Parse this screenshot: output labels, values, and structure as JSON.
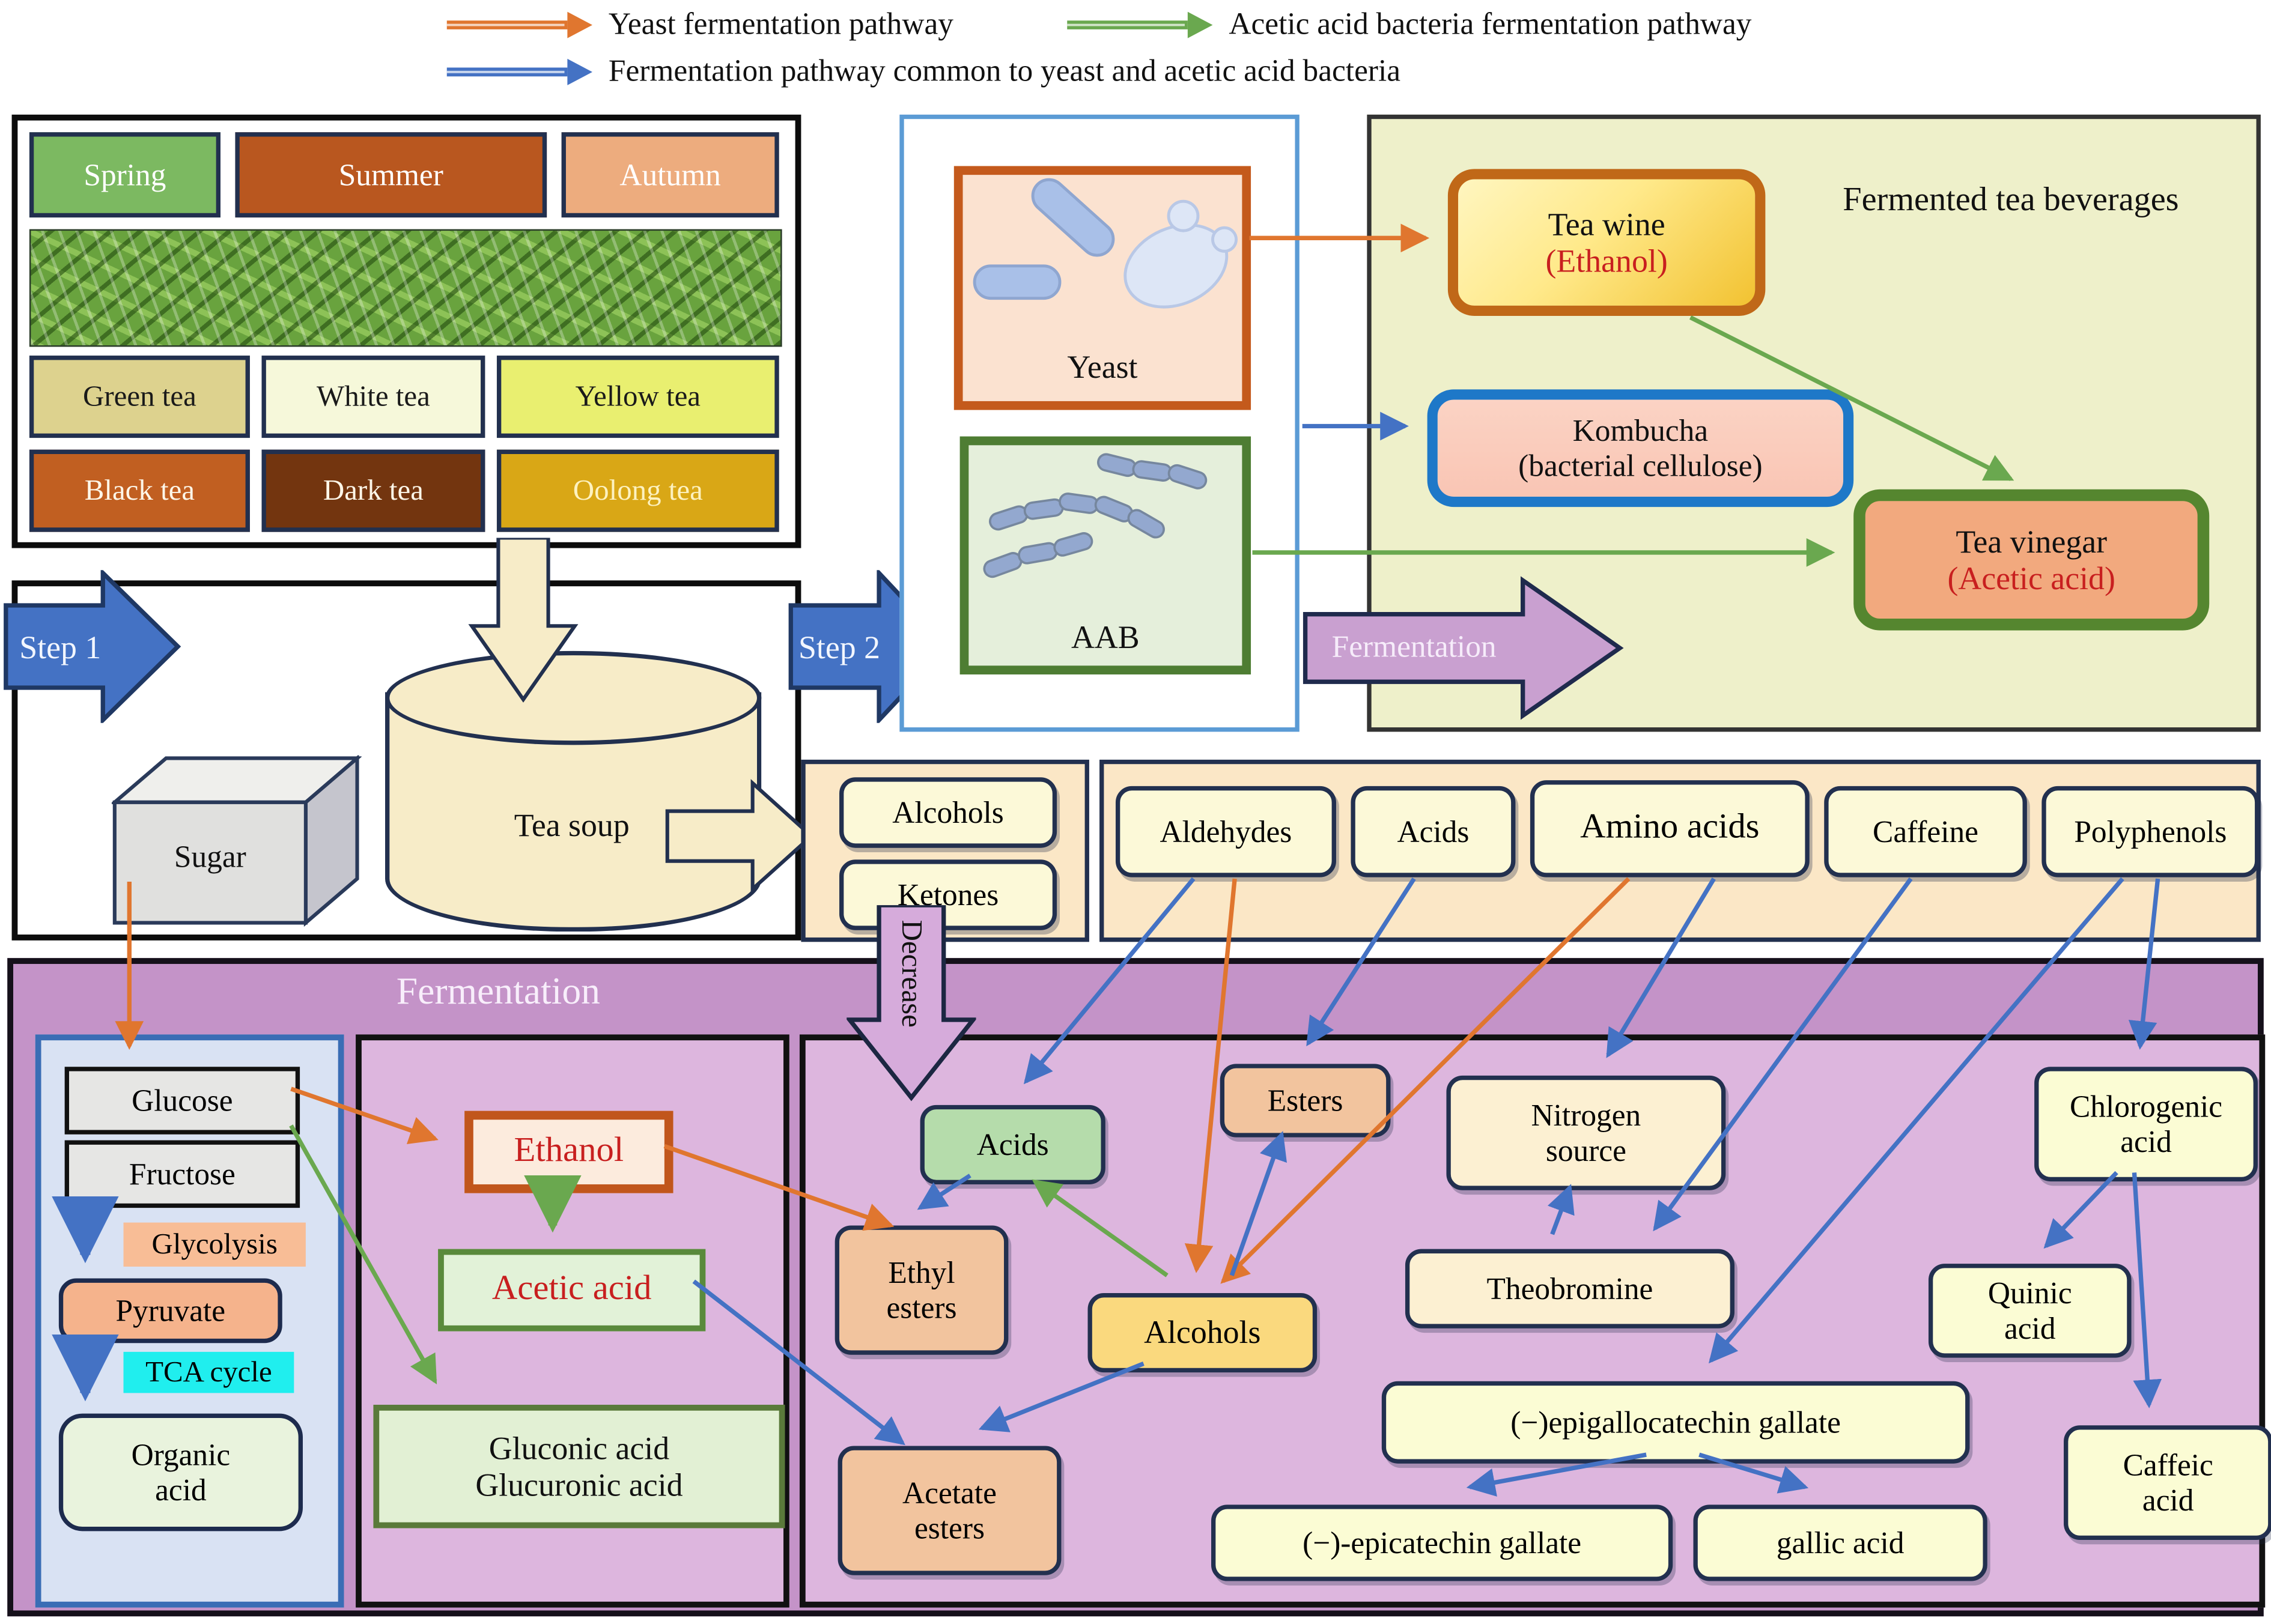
{
  "legend": {
    "items": [
      {
        "label": "Yeast fermentation pathway",
        "color": "#e0762f"
      },
      {
        "label": "Acetic acid bacteria fermentation pathway",
        "color": "#6aa84f"
      },
      {
        "label": "Fermentation pathway common to yeast and acetic acid bacteria",
        "color": "#4472c4"
      }
    ]
  },
  "tea_source": {
    "seasons": [
      {
        "label": "Spring",
        "bg": "#7cb961",
        "fg": "#ffffff"
      },
      {
        "label": "Summer",
        "bg": "#b9571f",
        "fg": "#ffffff"
      },
      {
        "label": "Autumn",
        "bg": "#edac7e",
        "fg": "#ffffff"
      }
    ],
    "types": [
      {
        "label": "Green tea",
        "bg": "#ddd28e",
        "fg": "#1a1a1a"
      },
      {
        "label": "White tea",
        "bg": "#f6f8da",
        "fg": "#1a1a1a"
      },
      {
        "label": "Yellow tea",
        "bg": "#e9ef70",
        "fg": "#1a1a1a"
      },
      {
        "label": "Black tea",
        "bg": "#c15f21",
        "fg": "#fdf6e8"
      },
      {
        "label": "Dark tea",
        "bg": "#73350f",
        "fg": "#fdf6e8"
      },
      {
        "label": "Oolong tea",
        "bg": "#d9a716",
        "fg": "#fdf2c0"
      }
    ]
  },
  "steps": {
    "step1": "Step 1",
    "step2": "Step 2"
  },
  "preparation": {
    "sugar": "Sugar",
    "tea_soup": "Tea soup"
  },
  "microbes": {
    "yeast": "Yeast",
    "aab": "AAB"
  },
  "beverages": {
    "title": "Fermented tea beverages",
    "tea_wine": {
      "line1": "Tea wine",
      "line2": "(Ethanol)"
    },
    "kombucha": {
      "line1": "Kombucha",
      "line2": "(bacterial cellulose)"
    },
    "tea_vinegar": {
      "line1": "Tea vinegar",
      "line2": "(Acetic acid)"
    },
    "fermentation_arrow": "Fermentation"
  },
  "volatiles": {
    "alcohols": "Alcohols",
    "ketones": "Ketones",
    "aldehydes": "Aldehydes",
    "acids": "Acids",
    "amino_acids": "Amino acids",
    "caffeine": "Caffeine",
    "polyphenols": "Polyphenols"
  },
  "decrease_label": "Decrease",
  "fermentation": {
    "title": "Fermentation",
    "glycolysis_panel": {
      "glucose": "Glucose",
      "fructose": "Fructose",
      "glycolysis": "Glycolysis",
      "pyruvate": "Pyruvate",
      "tca": "TCA cycle",
      "organic_acid": "Organic acid"
    },
    "ethanol_panel": {
      "ethanol": "Ethanol",
      "acetic_acid": "Acetic acid",
      "gluconic_line1": "Gluconic acid",
      "gluconic_line2": "Glucuronic acid"
    },
    "products": {
      "acids": "Acids",
      "esters": "Esters",
      "ethyl_esters_line1": "Ethyl",
      "ethyl_esters_line2": "esters",
      "alcohols": "Alcohols",
      "acetate_esters_line1": "Acetate",
      "acetate_esters_line2": "esters",
      "nitrogen_line1": "Nitrogen",
      "nitrogen_line2": "source",
      "theobromine": "Theobromine",
      "egcg": "(−)epigallocatechin gallate",
      "ecg": "(−)-epicatechin gallate",
      "gallic": "gallic acid",
      "chlorogenic_line1": "Chlorogenic",
      "chlorogenic_line2": "acid",
      "quinic_line1": "Quinic",
      "quinic_line2": "acid",
      "caffeic_line1": "Caffeic",
      "caffeic_line2": "acid"
    }
  },
  "accent": {
    "red_text": "#c81f1f",
    "step_blue": "#4472c4",
    "purple_arrow": "#c9a0d0"
  }
}
